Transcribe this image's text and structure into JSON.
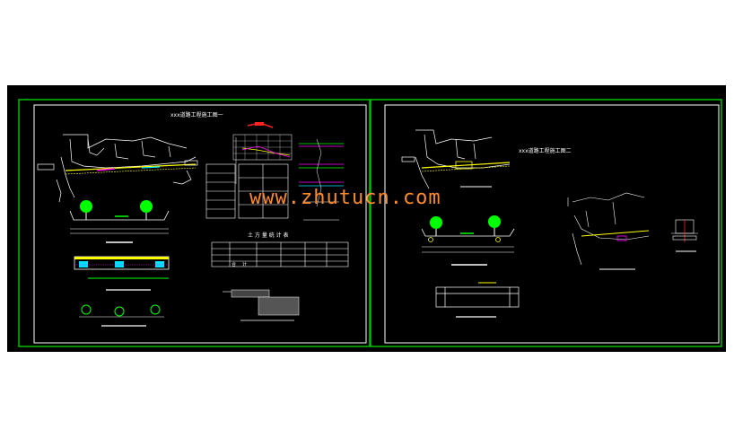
{
  "sheet_left": {
    "title": "xxx道路工程施工图一",
    "table_title": "土 方 量 统 计 表",
    "table_headers": [
      "",
      "",
      "",
      "",
      "",
      ""
    ],
    "total_row": [
      "合",
      "计",
      "",
      ""
    ]
  },
  "sheet_right": {
    "title": "xxx道路工程施工图二"
  },
  "watermark": "www.zhutucn.com",
  "colors": {
    "background": "#000000",
    "frame_green": "#00c000",
    "line_white": "#ffffff",
    "accent_yellow": "#ffff00",
    "accent_magenta": "#ff00ff",
    "accent_red": "#ff2020",
    "accent_cyan": "#00e0ff",
    "tree_green": "#00ff00",
    "watermark_orange": "#ff8a2a"
  }
}
